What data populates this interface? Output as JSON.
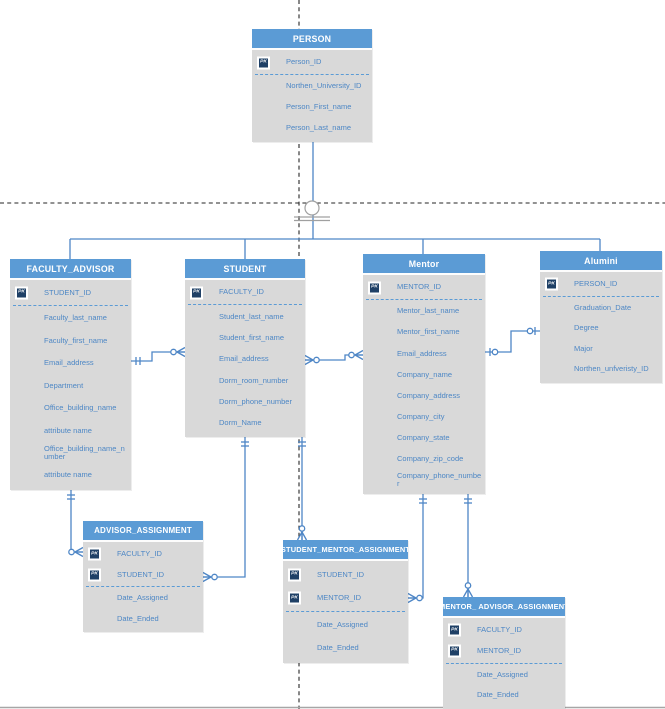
{
  "pk_label": "PK",
  "colors": {
    "header_bg": "#5b9bd5",
    "body_bg": "#d9d9d9",
    "attribute_text": "#4d87c5",
    "pk_badge_bg": "#1f4066",
    "connector": "#4e86c6",
    "page_break_line": "#262626",
    "category_symbol": "#a0a0a0",
    "page_edge_line": "#a6a6a6"
  },
  "entities": [
    {
      "id": "person",
      "title": "PERSON",
      "pk": [
        "Person_ID"
      ],
      "attributes": [
        "Northen_University_ID",
        "Person_First_name",
        "Person_Last_name"
      ]
    },
    {
      "id": "faculty_advisor",
      "title": "FACULTY_ADVISOR",
      "pk": [
        "STUDENT_ID"
      ],
      "attributes": [
        "Faculty_last_name",
        "Faculty_first_name",
        "Email_address",
        "Department",
        "Office_building_name",
        "attribute name",
        "Office_building_name_number",
        "attribute name"
      ]
    },
    {
      "id": "student",
      "title": "STUDENT",
      "pk": [
        "FACULTY_ID"
      ],
      "attributes": [
        "Student_last_name",
        "Student_first_name",
        "Email_address",
        "Dorm_room_number",
        "Dorm_phone_number",
        "Dorm_Name"
      ]
    },
    {
      "id": "mentor",
      "title": "Mentor",
      "pk": [
        "MENTOR_ID"
      ],
      "attributes": [
        "Mentor_last_name",
        "Mentor_first_name",
        "Email_address",
        "Company_name",
        "Company_address",
        "Company_city",
        "Company_state",
        "Company_zip_code",
        "Company_phone_number"
      ]
    },
    {
      "id": "alumini",
      "title": "Alumini",
      "pk": [
        "PERSON_ID"
      ],
      "attributes": [
        "Graduation_Date",
        "Degree",
        "Major",
        "Northen_unfveristy_ID"
      ]
    },
    {
      "id": "advisor_assignment",
      "title": "ADVISOR_ASSIGNMENT",
      "pk": [
        "FACULTY_ID",
        "STUDENT_ID"
      ],
      "attributes": [
        "Date_Assigned",
        "Date_Ended"
      ]
    },
    {
      "id": "student_mentor_assignment",
      "title": "STUDENT_MENTOR_ASSIGNMENT",
      "pk": [
        "STUDENT_ID",
        "MENTOR_ID"
      ],
      "attributes": [
        "Date_Assigned",
        "Date_Ended"
      ]
    },
    {
      "id": "mentor_advisor_assignment",
      "title": "MENTOR_ ADVISOR_ASSIGNMENT",
      "pk": [
        "FACULTY_ID",
        "MENTOR_ID"
      ],
      "attributes": [
        "Date_Assigned",
        "Date_Ended"
      ]
    }
  ],
  "relationships": [
    {
      "id": "person_subtypes",
      "from": "PERSON",
      "to": [
        "FACULTY_ADVISOR",
        "STUDENT",
        "Mentor",
        "Alumini"
      ],
      "type": "category"
    },
    {
      "id": "fa_student",
      "from": "FACULTY_ADVISOR",
      "to": "STUDENT",
      "from_card": "one",
      "to_card": "zero-or-many"
    },
    {
      "id": "student_mentor",
      "from": "STUDENT",
      "to": "Mentor",
      "from_card": "zero-or-many",
      "to_card": "zero-or-many"
    },
    {
      "id": "mentor_alumini",
      "from": "Mentor",
      "to": "Alumini",
      "from_card": "zero-or-one",
      "to_card": "zero-or-one"
    },
    {
      "id": "fa_aa",
      "from": "FACULTY_ADVISOR",
      "to": "ADVISOR_ASSIGNMENT",
      "from_card": "one",
      "to_card": "zero-or-many"
    },
    {
      "id": "student_aa",
      "from": "STUDENT",
      "to": "ADVISOR_ASSIGNMENT",
      "from_card": "one",
      "to_card": "zero-or-many"
    },
    {
      "id": "student_sma",
      "from": "STUDENT",
      "to": "STUDENT_MENTOR_ASSIGNMENT",
      "from_card": "one",
      "to_card": "zero-or-many"
    },
    {
      "id": "mentor_sma",
      "from": "Mentor",
      "to": "STUDENT_MENTOR_ASSIGNMENT",
      "from_card": "one",
      "to_card": "zero-or-many"
    },
    {
      "id": "mentor_maa",
      "from": "Mentor",
      "to": "MENTOR_ ADVISOR_ASSIGNMENT",
      "from_card": "one",
      "to_card": "zero-or-many"
    }
  ]
}
